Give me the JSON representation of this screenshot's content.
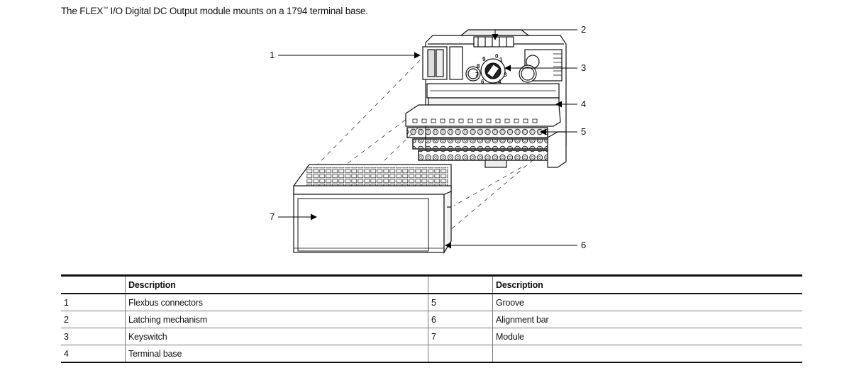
{
  "intro": {
    "text_before": "The FLEX",
    "tm": "™",
    "text_after": " I/O Digital DC Output module mounts on a 1794 terminal base."
  },
  "callouts": [
    "1",
    "2",
    "3",
    "4",
    "5",
    "6",
    "7"
  ],
  "keyswitch_digits": [
    "0",
    "1",
    "3",
    "4",
    "6",
    "7",
    "8",
    "9"
  ],
  "table": {
    "header_left": "Description",
    "header_right": "Description",
    "left_rows": [
      {
        "num": "1",
        "desc": "Flexbus connectors"
      },
      {
        "num": "2",
        "desc": "Latching mechanism"
      },
      {
        "num": "3",
        "desc": "Keyswitch"
      },
      {
        "num": "4",
        "desc": "Terminal base"
      }
    ],
    "right_rows": [
      {
        "num": "5",
        "desc": "Groove"
      },
      {
        "num": "6",
        "desc": "Alignment bar"
      },
      {
        "num": "7",
        "desc": "Module"
      },
      {
        "num": "",
        "desc": ""
      }
    ]
  }
}
